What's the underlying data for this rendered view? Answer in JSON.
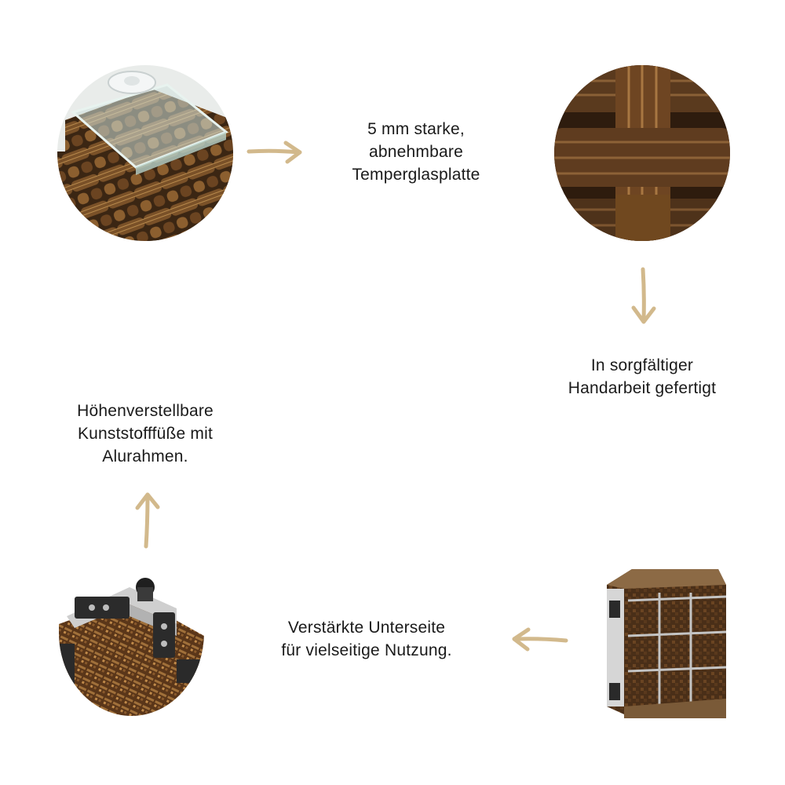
{
  "colors": {
    "arrow": "#d2b98c",
    "text": "#1a1a1a",
    "rattan_dark": "#3a2514",
    "rattan_mid": "#6b4526",
    "rattan_light": "#a8773f"
  },
  "features": [
    {
      "name": "glass-top",
      "lines": [
        "5 mm starke,",
        "abnehmbare",
        "Temperglasplatte"
      ]
    },
    {
      "name": "handcrafted",
      "lines": [
        "In sorgfältiger",
        "Handarbeit gefertigt"
      ]
    },
    {
      "name": "reinforced-bottom",
      "lines": [
        "Verstärkte Unterseite",
        "für vielseitige Nutzung."
      ]
    },
    {
      "name": "adjustable-feet",
      "lines": [
        "Höhenverstellbare",
        "Kunststofffüße mit",
        "Alurahmen."
      ]
    }
  ]
}
